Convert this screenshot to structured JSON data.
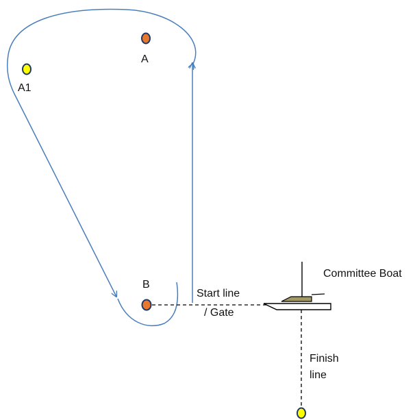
{
  "colors": {
    "course": "#4a7ebb",
    "mark_orange": "#e8782f",
    "mark_yellow": "#ffff00",
    "mark_outline": "#1f3864",
    "boat_hull": "#ffffff",
    "boat_cabin": "#a39867",
    "line": "#000000"
  },
  "marks": {
    "a": {
      "label": "A",
      "color": "orange"
    },
    "a1": {
      "label": "A1",
      "color": "yellow"
    },
    "b": {
      "label": "B",
      "color": "orange"
    },
    "finish": {
      "label": "",
      "color": "yellow"
    }
  },
  "labels": {
    "start_line_1": "Start line",
    "start_line_2": "/ Gate",
    "committee_boat": "Committee Boat",
    "finish_line_1": "Finish",
    "finish_line_2": "line"
  }
}
